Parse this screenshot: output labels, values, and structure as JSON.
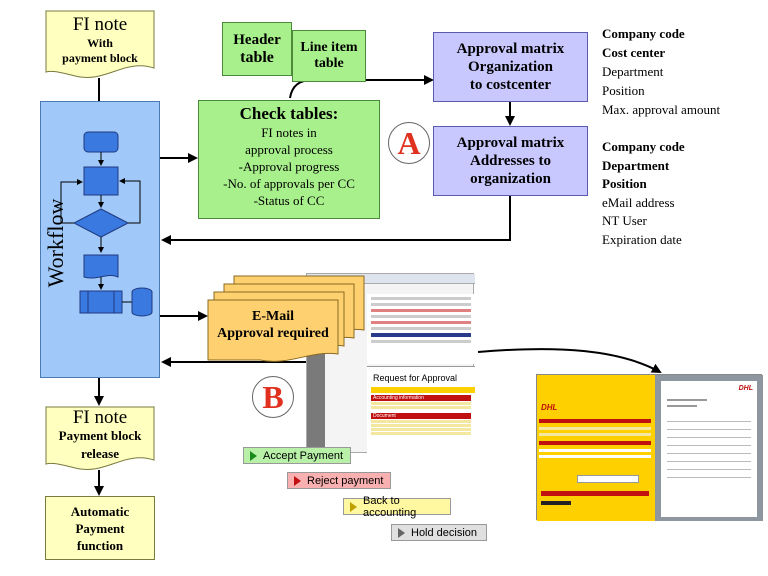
{
  "fi_note_top": {
    "title": "FI note",
    "sub1": "With",
    "sub2": "payment block"
  },
  "header_table": {
    "line1": "Header",
    "line2": "table"
  },
  "line_item_table": {
    "line1": "Line item",
    "line2": "table"
  },
  "approval_org": {
    "line1": "Approval matrix",
    "line2": "Organization",
    "line3": "to costcenter"
  },
  "approval_addr": {
    "line1": "Approval matrix",
    "line2": "Addresses to",
    "line3": "organization"
  },
  "org_fields": {
    "company_code": "Company code",
    "cost_center": "Cost center",
    "department": "Department",
    "position": "Position",
    "max_amount": "Max. approval amount"
  },
  "addr_fields": {
    "company_code": "Company code",
    "department": "Department",
    "position": "Position",
    "email": "eMail address",
    "nt_user": "NT User",
    "expiration": "Expiration date"
  },
  "check_tables": {
    "title": "Check tables:",
    "item1a": "FI notes in",
    "item1b": "approval process",
    "item2": "-Approval progress",
    "item3": "-No. of approvals per CC",
    "item4": "-Status of CC"
  },
  "workflow_label": "Workflow",
  "markers": {
    "a": "A",
    "b": "B"
  },
  "email": {
    "line1": "E-Mail",
    "line2": "Approval required"
  },
  "fi_note_bottom": {
    "title": "FI note",
    "sub1": "Payment block",
    "sub2": "release"
  },
  "auto_payment": {
    "line1": "Automatic",
    "line2": "Payment",
    "line3": "function"
  },
  "actions": {
    "accept": "Accept Payment",
    "reject": "Reject payment",
    "back": "Back to accounting",
    "hold": "Hold decision"
  },
  "email_screen": {
    "request_title": "Request for Approval",
    "section1": "Accounting information",
    "section2": "Document"
  },
  "colors": {
    "yellow_box": "#ffffc0",
    "green_box": "#a8f08c",
    "purple_box": "#c8c8ff",
    "workflow_blue": "#a0c8f8",
    "envelope_orange": "#ffd070",
    "marker_red": "#e0301e"
  }
}
